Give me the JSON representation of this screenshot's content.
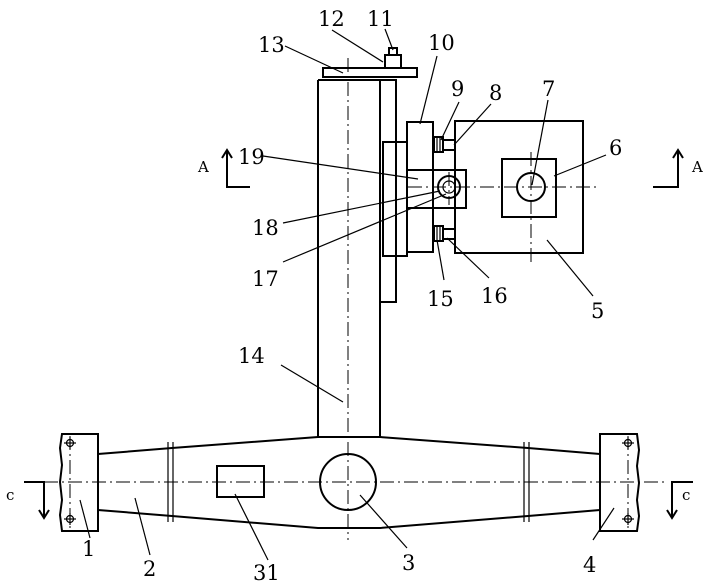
{
  "labels": {
    "n1": "1",
    "n2": "2",
    "n3": "3",
    "n4": "4",
    "n5": "5",
    "n6": "6",
    "n7": "7",
    "n8": "8",
    "n9": "9",
    "n10": "10",
    "n11": "11",
    "n12": "12",
    "n13": "13",
    "n14": "14",
    "n15": "15",
    "n16": "16",
    "n17": "17",
    "n18": "18",
    "n19": "19",
    "n31": "31"
  },
  "section_marks": {
    "a_left": "A",
    "a_right": "A",
    "c_left": "c",
    "c_right": "c"
  }
}
